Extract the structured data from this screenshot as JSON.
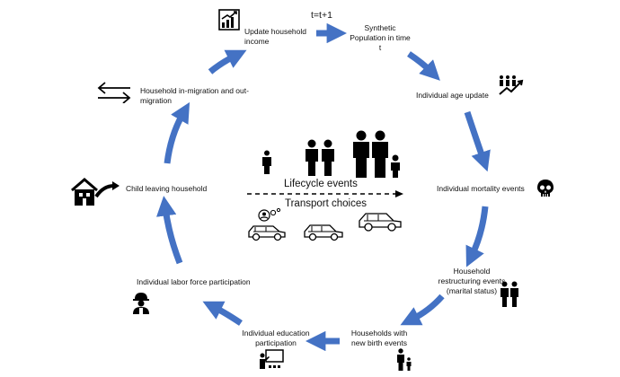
{
  "diagram": {
    "time_label": "t=t+1",
    "nodes": {
      "update_income": [
        "Update household",
        "income"
      ],
      "synthetic_population": [
        "Synthetic",
        "Population in time",
        "t"
      ],
      "age_update": "Individual age update",
      "mortality": "Individual mortality events",
      "restructuring": [
        "Household",
        "restructuring events",
        "(marital status)"
      ],
      "new_birth": [
        "Households with",
        "new birth events"
      ],
      "education": [
        "Individual education",
        "participation"
      ],
      "labor": "Individual labor force participation",
      "child_leaving": "Child leaving household",
      "migration": [
        "Household in-migration and out-",
        "migration"
      ]
    },
    "center": {
      "lifecycle": "Lifecycle events",
      "transport": "Transport choices"
    },
    "icons": {
      "update_income": "bar-chart-growth-icon",
      "age_update": "people-growth-icon",
      "mortality": "skull-icon",
      "restructuring": "couple-icon",
      "new_birth": "parent-child-icon",
      "education": "teacher-board-icon",
      "labor": "construction-worker-icon",
      "child_leaving": "house-leaving-icon",
      "migration": "two-way-arrows-icon"
    },
    "colors": {
      "arrow": "#4472c4",
      "text": "#111111"
    }
  }
}
